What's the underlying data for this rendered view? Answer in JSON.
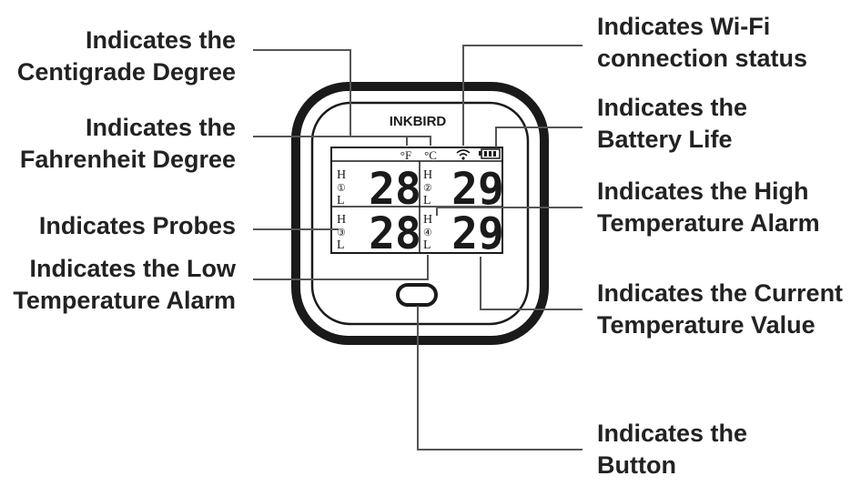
{
  "colors": {
    "text": "#222222",
    "line": "#555555",
    "device": "#1a1a1a"
  },
  "device": {
    "brand": "INKBIRD",
    "fahrenheit_symbol": "°F",
    "celsius_symbol": "°C",
    "wifi_icon": "wifi-icon",
    "battery_icon": "battery-icon",
    "high_label": "H",
    "low_label": "L",
    "probes": [
      {
        "number": "①",
        "value": "28"
      },
      {
        "number": "②",
        "value": "29"
      },
      {
        "number": "③",
        "value": "28"
      },
      {
        "number": "④",
        "value": "29"
      }
    ]
  },
  "callouts": {
    "centigrade": [
      "Indicates the",
      "Centigrade Degree"
    ],
    "fahrenheit": [
      "Indicates the",
      "Fahrenheit Degree"
    ],
    "probes": [
      "Indicates Probes"
    ],
    "low_alarm": [
      "Indicates the Low",
      "Temperature Alarm"
    ],
    "wifi": [
      "Indicates Wi-Fi",
      "connection status"
    ],
    "battery": [
      "Indicates the",
      "Battery Life"
    ],
    "high_alarm": [
      "Indicates the High",
      "Temperature Alarm"
    ],
    "current_temp": [
      "Indicates the Current",
      "Temperature Value"
    ],
    "button": [
      "Indicates the",
      "Button"
    ]
  }
}
